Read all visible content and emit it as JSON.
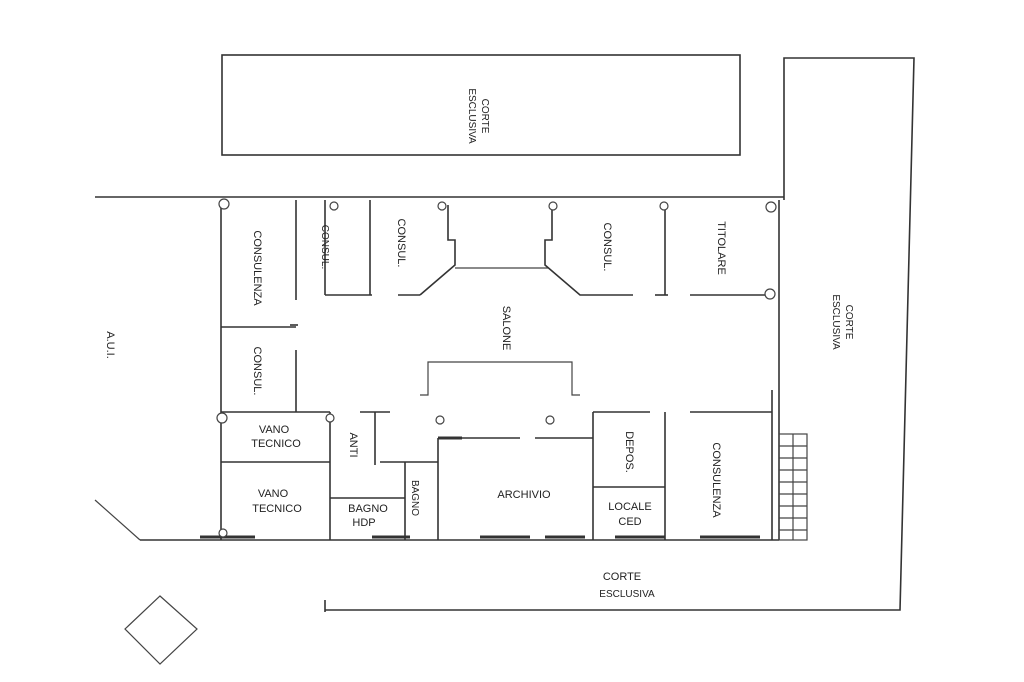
{
  "plan": {
    "labels": {
      "corte_top": [
        "CORTE",
        "ESCLUSIVA"
      ],
      "corte_right": [
        "CORTE",
        "ESCLUSIVA"
      ],
      "corte_bottom": [
        "CORTE",
        "ESCLUSIVA"
      ],
      "au": "A.U.I.",
      "consulenza_left": "CONSULENZA",
      "consul_a": "CONSUL.",
      "consul_b": "CONSUL.",
      "consul_c": "CONSUL.",
      "consul_d": "CONSUL.",
      "titolare": "TITOLARE",
      "salone": "SALONE",
      "vano1": [
        "VANO",
        "TECNICO"
      ],
      "vano2": [
        "VANO",
        "TECNICO"
      ],
      "anti": "ANTI",
      "bagno_hdp": [
        "BAGNO",
        "HDP"
      ],
      "bagno": "BAGNO",
      "archivio": "ARCHIVIO",
      "depos": "DEPOS.",
      "locale_ced": [
        "LOCALE",
        "CED"
      ],
      "consulenza_right": "CONSULENZA"
    }
  }
}
